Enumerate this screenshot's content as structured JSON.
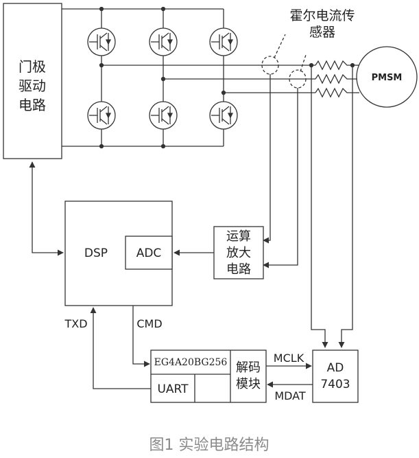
{
  "diagram": {
    "blocks": {
      "gate_driver": "门极\n驱动\n电路",
      "motor": "PMSM",
      "hall_sensor": "霍尔电流传\n感器",
      "dsp": "DSP",
      "adc": "ADC",
      "amplifier": "运算\n放大\n电路",
      "fpga": "EG4A20BG256",
      "decoder": "解码\n模块",
      "uart": "UART",
      "ad": "AD\n7403"
    },
    "signals": {
      "txd": "TXD",
      "cmd": "CMD",
      "mclk": "MCLK",
      "mdat": "MDAT"
    },
    "caption": "图1 实验电路结构"
  },
  "colors": {
    "line": "#333333",
    "caption": "#8a8a8a"
  }
}
